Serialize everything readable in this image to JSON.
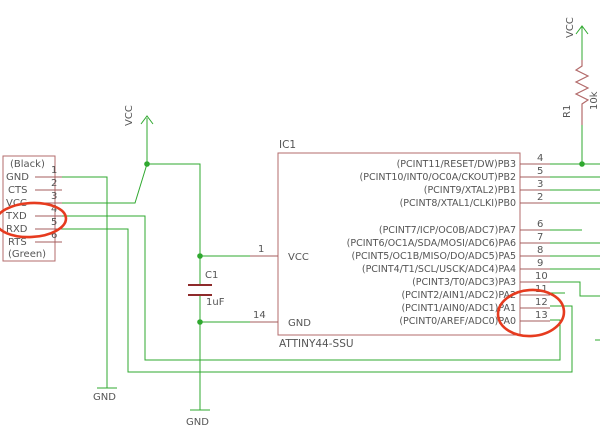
{
  "connector": {
    "top_label": "(Black)",
    "pins": [
      {
        "name": "GND",
        "num": "1"
      },
      {
        "name": "CTS",
        "num": "2"
      },
      {
        "name": "VCC",
        "num": "3"
      },
      {
        "name": "TXD",
        "num": "4"
      },
      {
        "name": "RXD",
        "num": "5"
      },
      {
        "name": "RTS",
        "num": "6"
      }
    ],
    "bottom_label": "(Green)"
  },
  "power": {
    "vcc_left": "VCC",
    "vcc_right": "VCC",
    "gnd_left": "GND",
    "gnd_mid": "GND"
  },
  "resistor": {
    "name": "R1",
    "value": "10k"
  },
  "capacitor": {
    "name": "C1",
    "value": "1uF"
  },
  "ic": {
    "name": "IC1",
    "part": "ATTINY44-SSU",
    "power_pins": [
      {
        "label": "VCC",
        "num": "1"
      },
      {
        "label": "GND",
        "num": "14"
      }
    ],
    "right_pins": [
      {
        "label": "(PCINT11/RESET/DW)PB3",
        "num": "4"
      },
      {
        "label": "(PCINT10/INT0/OC0A/CKOUT)PB2",
        "num": "5"
      },
      {
        "label": "(PCINT9/XTAL2)PB1",
        "num": "3"
      },
      {
        "label": "(PCINT8/XTAL1/CLKI)PB0",
        "num": "2"
      },
      {
        "label": "(PCINT7/ICP/OC0B/ADC7)PA7",
        "num": "6"
      },
      {
        "label": "(PCINT6/OC1A/SDA/MOSI/ADC6)PA6",
        "num": "7"
      },
      {
        "label": "(PCINT5/OC1B/MISO/DO/ADC5)PA5",
        "num": "8"
      },
      {
        "label": "(PCINT4/T1/SCL/USCK/ADC4)PA4",
        "num": "9"
      },
      {
        "label": "(PCINT3/T0/ADC3)PA3",
        "num": "10"
      },
      {
        "label": "(PCINT2/AIN1/ADC2)PA2",
        "num": "11"
      },
      {
        "label": "(PCINT1/AIN0/ADC1)PA1",
        "num": "12"
      },
      {
        "label": "(PCINT0/AREF/ADC0)PA0",
        "num": "13"
      }
    ]
  },
  "colors": {
    "net": "#2fa82f",
    "component": "#b36b6b",
    "highlight": "#e63b1f",
    "text": "#555555"
  }
}
